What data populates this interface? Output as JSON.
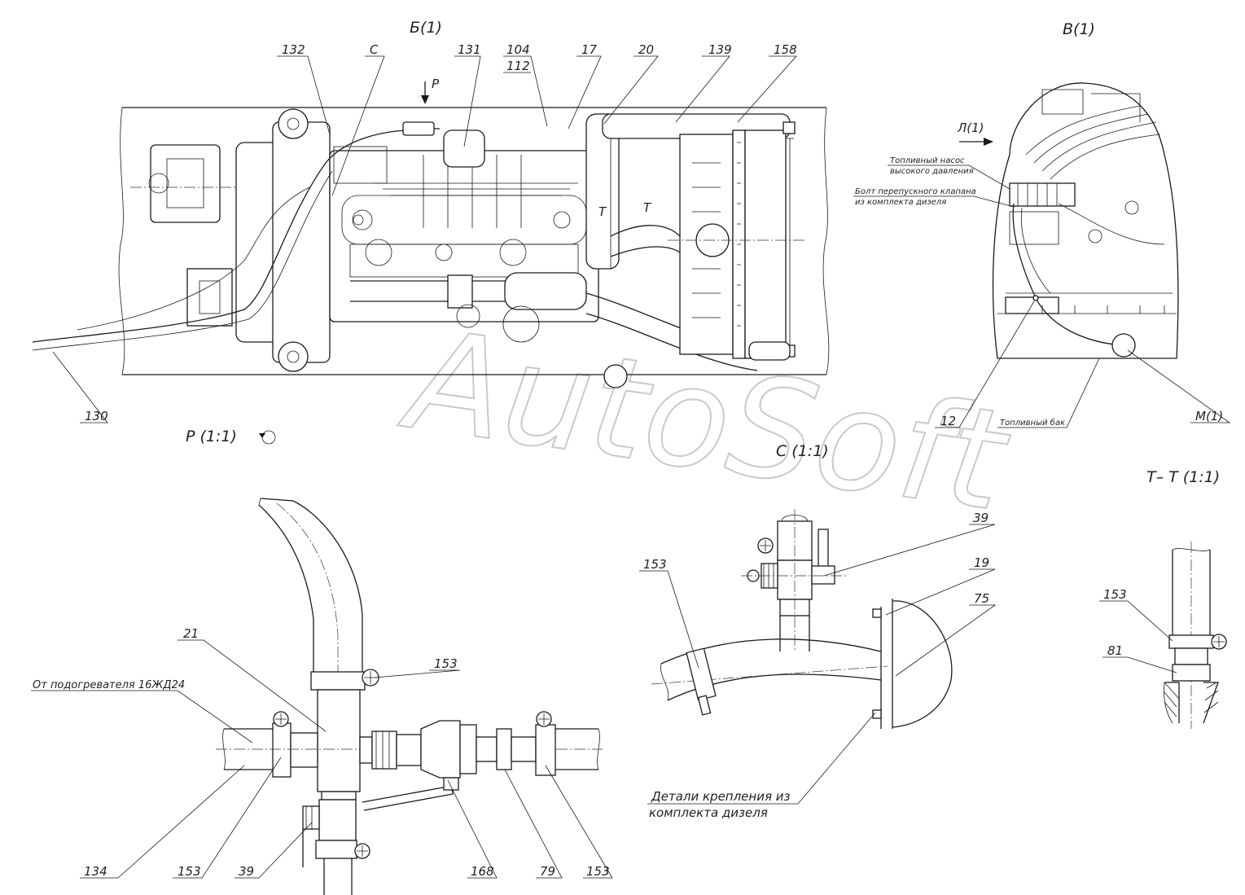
{
  "views": {
    "b": "Б(1)",
    "v": "В(1)",
    "p_view": "Р (1:1)",
    "c_view": "С (1:1)",
    "tt_view": "Т– Т (1:1)",
    "l_arrow": "Л(1)",
    "p_arrow": "Р",
    "c_mark": "С",
    "t_mark_a": "Т",
    "t_mark_b": "Т",
    "m_view": "М(1)"
  },
  "callouts_top": {
    "n132": "132",
    "n131": "131",
    "n104": "104",
    "n112": "112",
    "n17": "17",
    "n20": "20",
    "n139": "139",
    "n158": "158",
    "n130": "130",
    "n12": "12"
  },
  "notes_right": {
    "pump_line1": "Топливный насос",
    "pump_line2": "высокого давления",
    "bolt_line1": "Болт перепускного клапана",
    "bolt_line2": "из комплекта дизеля",
    "tank": "Топливный бак"
  },
  "callouts_p": {
    "n21": "21",
    "n153_top": "153",
    "from_heater": "От подогревателя 16ЖД24",
    "n134": "134",
    "n153_a": "153",
    "n39": "39",
    "n168": "168",
    "n79": "79",
    "n153_b": "153"
  },
  "callouts_c": {
    "n39": "39",
    "n153": "153",
    "n19": "19",
    "n75": "75",
    "mount_line1": "Детали крепления из",
    "mount_line2": "комплекта дизеля"
  },
  "callouts_t": {
    "n153": "153",
    "n81": "81"
  },
  "watermark": "AutoSoft"
}
